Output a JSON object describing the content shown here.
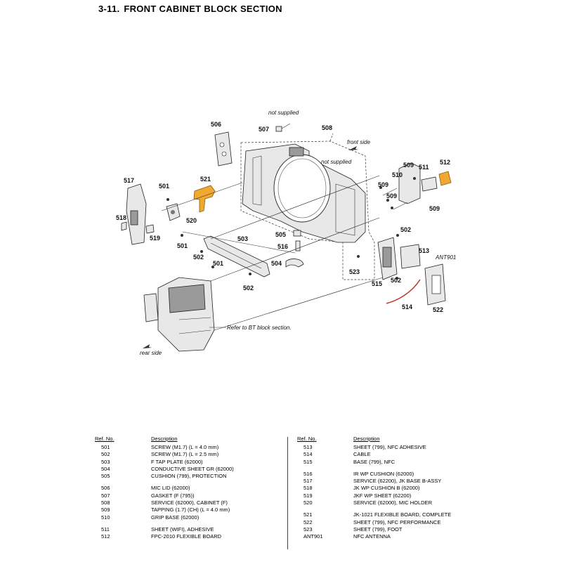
{
  "section": {
    "number": "3-11.",
    "title": "FRONT CABINET BLOCK SECTION"
  },
  "diagram": {
    "callouts": [
      "506",
      "507",
      "508",
      "517",
      "501",
      "521",
      "518",
      "520",
      "519",
      "501",
      "503",
      "502",
      "501",
      "502",
      "505",
      "516",
      "504",
      "523",
      "509",
      "510",
      "511",
      "512",
      "509",
      "509",
      "502",
      "513",
      "ANT901",
      "515",
      "502",
      "514",
      "522"
    ],
    "notes": {
      "not_supplied_top": "not supplied",
      "not_supplied_mid": "not supplied",
      "front_side": "front side",
      "rear_side": "rear side",
      "refer_bt": "Refer to BT block section."
    }
  },
  "table": {
    "headers": {
      "ref": "Ref. No.",
      "desc": "Description"
    },
    "left": [
      {
        "ref": "501",
        "desc": "SCREW (M1.7) (L = 4.0 mm)"
      },
      {
        "ref": "502",
        "desc": "SCREW (M1.7) (L = 2.5 mm)"
      },
      {
        "ref": "503",
        "desc": "F TAP PLATE (62000)"
      },
      {
        "ref": "504",
        "desc": "CONDUCTIVE SHEET GR (62000)"
      },
      {
        "ref": "505",
        "desc": "CUSHION (799), PROTECTION"
      },
      {
        "ref": "",
        "desc": ""
      },
      {
        "ref": "506",
        "desc": "MIC LID (62000)"
      },
      {
        "ref": "507",
        "desc": "GASKET (F (795))"
      },
      {
        "ref": "508",
        "desc": "SERVICE (62000), CABINET (F)"
      },
      {
        "ref": "509",
        "desc": "TAPPING (1.7) (CH) (L = 4.0 mm)"
      },
      {
        "ref": "510",
        "desc": "GRIP BASE (62000)"
      },
      {
        "ref": "",
        "desc": ""
      },
      {
        "ref": "511",
        "desc": "SHEET (WIFI), ADHESIVE"
      },
      {
        "ref": "512",
        "desc": "FPC-2010 FLEXIBLE BOARD"
      }
    ],
    "right": [
      {
        "ref": "513",
        "desc": "SHEET (799), NFC ADHESIVE"
      },
      {
        "ref": "514",
        "desc": "CABLE"
      },
      {
        "ref": "515",
        "desc": "BASE (799), NFC"
      },
      {
        "ref": "",
        "desc": ""
      },
      {
        "ref": "516",
        "desc": "IR WP CUSHION (62000)"
      },
      {
        "ref": "517",
        "desc": "SERVICE (62200), JK BASE B-ASSY"
      },
      {
        "ref": "518",
        "desc": "JK WP CUSHION B (62000)"
      },
      {
        "ref": "519",
        "desc": "JKF WP SHEET (62200)"
      },
      {
        "ref": "520",
        "desc": "SERVICE (62000), MIC HOLDER"
      },
      {
        "ref": "",
        "desc": ""
      },
      {
        "ref": "521",
        "desc": "JK-1021 FLEXIBLE BOARD, COMPLETE"
      },
      {
        "ref": "522",
        "desc": "SHEET (799), NFC PERFORMANCE"
      },
      {
        "ref": "523",
        "desc": "SHEET (799), FOOT"
      },
      {
        "ref": "ANT901",
        "desc": "NFC ANTENNA"
      }
    ]
  }
}
